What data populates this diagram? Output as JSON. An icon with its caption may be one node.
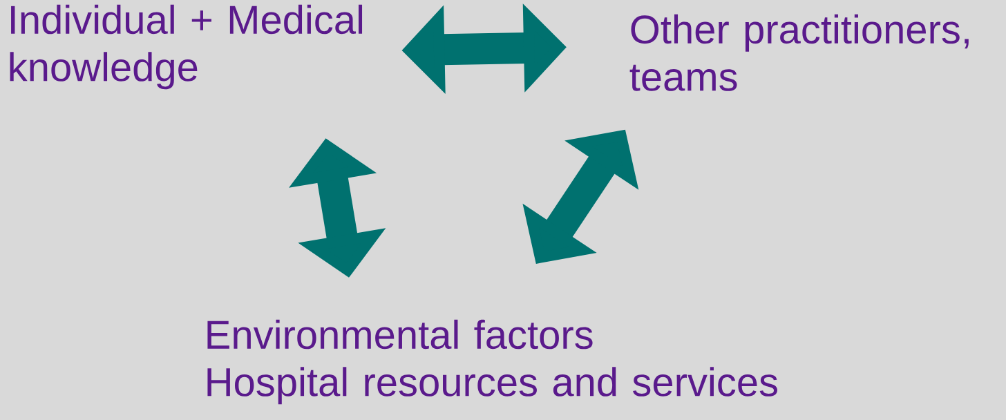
{
  "diagram": {
    "nodes": [
      {
        "text": [
          "Individual + Medical knowledge"
        ]
      },
      {
        "text": [
          "Other practitioners, teams"
        ]
      },
      {
        "text": [
          "Environmental factors",
          "Hospital resources and services"
        ]
      }
    ],
    "edges": [
      {
        "from": 0,
        "to": 1,
        "arrow": "both"
      },
      {
        "from": 0,
        "to": 2,
        "arrow": "both"
      },
      {
        "from": 1,
        "to": 2,
        "arrow": "both"
      }
    ]
  }
}
